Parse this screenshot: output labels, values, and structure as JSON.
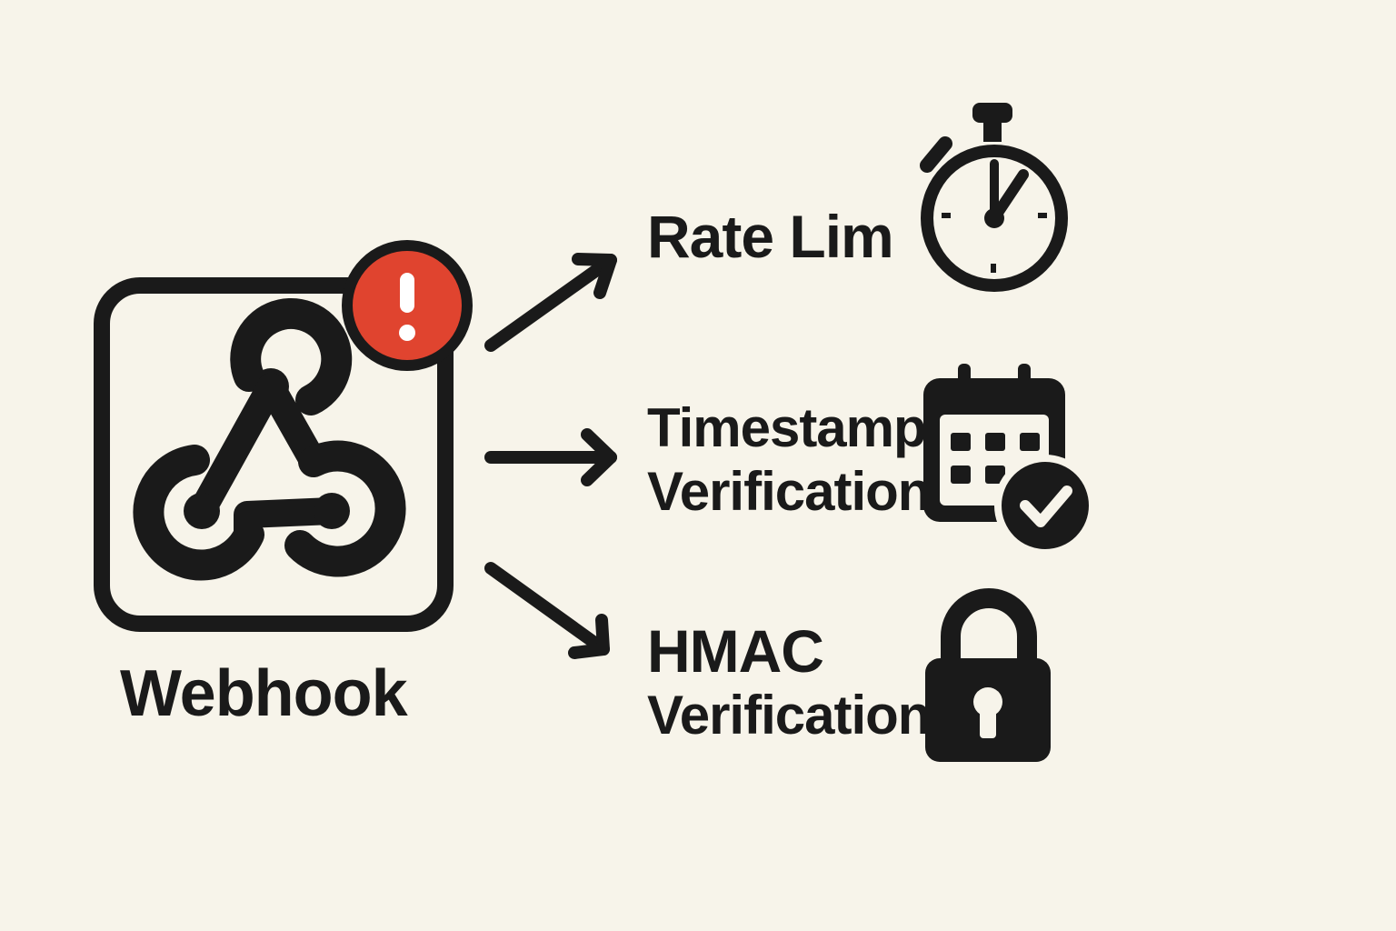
{
  "webhook": {
    "label": "Webhook",
    "icon": "webhook-icon",
    "alert_icon": "alert-icon"
  },
  "targets": [
    {
      "id": "rate-limit",
      "lines": [
        "Rate Lim"
      ],
      "icon": "stopwatch-icon"
    },
    {
      "id": "timestamp-verification",
      "lines": [
        "Timestamp",
        "Verification"
      ],
      "icon": "calendar-check-icon"
    },
    {
      "id": "hmac-verification",
      "lines": [
        "HMAC",
        "Verification"
      ],
      "icon": "padlock-icon"
    }
  ],
  "colors": {
    "background": "#f7f4ea",
    "ink": "#1a1a1a",
    "alert": "#e0442f"
  }
}
